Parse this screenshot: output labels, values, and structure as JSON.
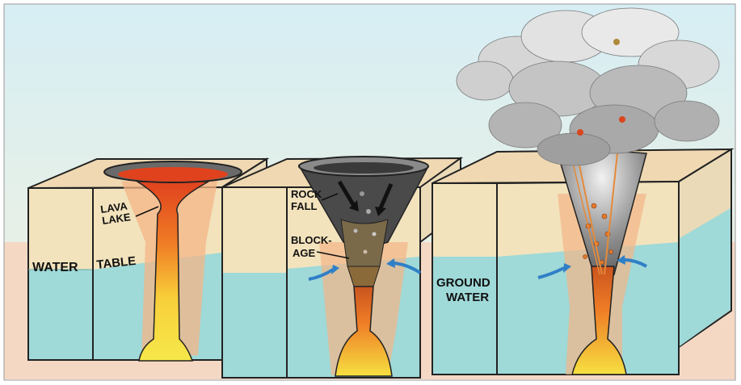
{
  "labels": {
    "lava": "LAVA",
    "lake": "LAKE",
    "water": "WATER",
    "table": "TABLE",
    "rock": "ROCK",
    "fall": "FALL",
    "block": "BLOCK-",
    "age": "AGE",
    "ground": "GROUND",
    "groundwater": "WATER"
  },
  "colors": {
    "sky": "#d9eef3",
    "ground_surface": "#f3d6c2",
    "dry_rock": "#f2e3bd",
    "groundwater": "#9fd9d8",
    "lava_hot": "#f5e34a",
    "lava_orange": "#ef8a2a",
    "lava_red": "#d9451f",
    "ash": "#bdbdbd",
    "flow_arrow": "#2f7fc7"
  }
}
